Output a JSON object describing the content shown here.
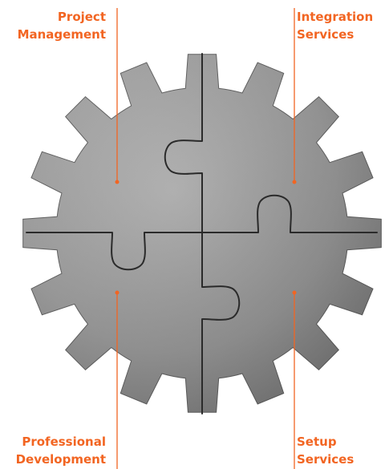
{
  "colors": {
    "accent": "#f26522",
    "gear_light": "#b0b0b0",
    "gear_mid": "#8e8e8e",
    "gear_dark": "#6f6f6f",
    "seam": "#2a2a2a"
  },
  "icons": {
    "center": "gear-puzzle-icon"
  },
  "quadrants": {
    "top_left": {
      "line1": "Project",
      "line2": "Management"
    },
    "top_right": {
      "line1": "Integration",
      "line2": "Services"
    },
    "bottom_left": {
      "line1": "Professional",
      "line2": "Development"
    },
    "bottom_right": {
      "line1": "Setup",
      "line2": "Services"
    }
  }
}
